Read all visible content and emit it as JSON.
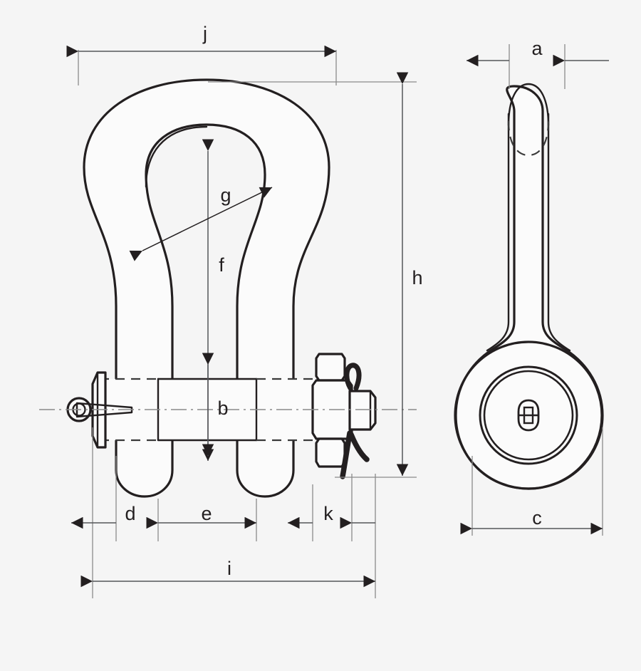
{
  "drawing": {
    "title": "Shackle dimensioned technical drawing",
    "background_color": "#f5f5f5",
    "line_color": "#231f20",
    "dimension_line_color": "#55565a",
    "extension_line_color": "#8a8a8a",
    "views": [
      {
        "id": "front-view",
        "name": "front elevation of bow shackle with safety bolt, nut and cotter pin"
      },
      {
        "id": "side-view",
        "name": "side elevation of shackle eye and pin head"
      }
    ]
  },
  "dimensions": {
    "a": {
      "label": "a",
      "view": "side-view",
      "orientation": "horizontal",
      "description": "pin diameter at top of side view"
    },
    "b": {
      "label": "b",
      "view": "front-view",
      "orientation": "vertical",
      "description": "bolt / pin diameter"
    },
    "c": {
      "label": "c",
      "view": "side-view",
      "orientation": "horizontal",
      "description": "outside width of shackle eye"
    },
    "d": {
      "label": "d",
      "view": "front-view",
      "orientation": "horizontal",
      "description": "left leg thickness"
    },
    "e": {
      "label": "e",
      "view": "front-view",
      "orientation": "horizontal",
      "description": "inside jaw width between legs"
    },
    "f": {
      "label": "f",
      "view": "front-view",
      "orientation": "vertical",
      "description": "inside bow height above pin"
    },
    "g": {
      "label": "g",
      "view": "front-view",
      "orientation": "radial",
      "description": "inside bow radius"
    },
    "h": {
      "label": "h",
      "view": "front-view",
      "orientation": "vertical",
      "description": "overall height"
    },
    "i": {
      "label": "i",
      "view": "front-view",
      "orientation": "horizontal",
      "description": "overall length including bolt and nut"
    },
    "j": {
      "label": "j",
      "view": "front-view",
      "orientation": "horizontal",
      "description": "overall bow width"
    },
    "k": {
      "label": "k",
      "view": "front-view",
      "orientation": "horizontal",
      "description": "nut thickness"
    }
  },
  "labels": {
    "a": "a",
    "b": "b",
    "c": "c",
    "d": "d",
    "e": "e",
    "f": "f",
    "g": "g",
    "h": "h",
    "i": "i",
    "j": "j",
    "k": "k"
  }
}
